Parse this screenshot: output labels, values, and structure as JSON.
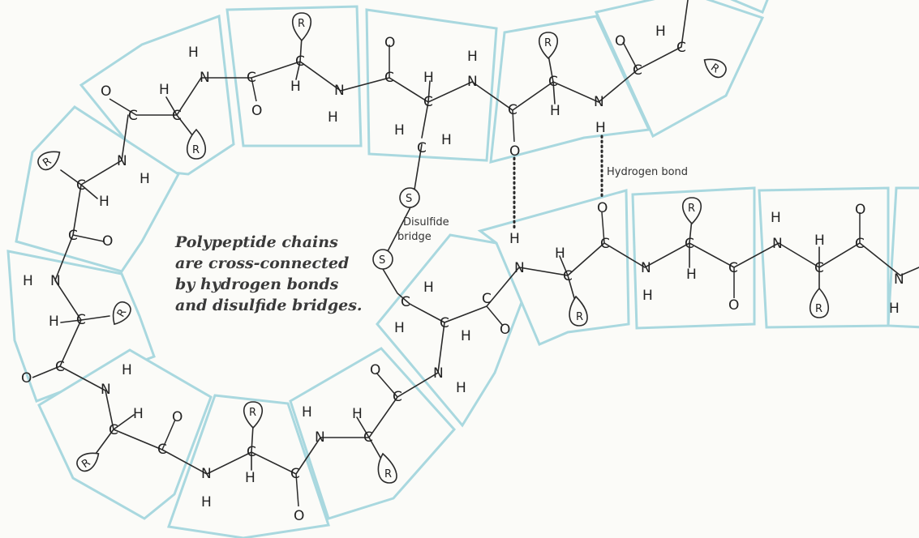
{
  "caption": {
    "line1": "Polypeptide  chains",
    "line2": "are cross-connected",
    "line3": "by hydrogen bonds",
    "line4": "and disulfide bridges."
  },
  "labels": {
    "hydrogen_bond": "Hydrogen bond",
    "disulfide_line1": "Disulfide",
    "disulfide_line2": "bridge"
  },
  "atoms": {
    "r": "R",
    "h": "H",
    "c": "C",
    "n": "N",
    "o": "O",
    "s": "S"
  },
  "colors": {
    "residue_box_outline": "#a9d8df",
    "bond_ink": "#2a2a2a",
    "background": "#fbfbf8"
  }
}
